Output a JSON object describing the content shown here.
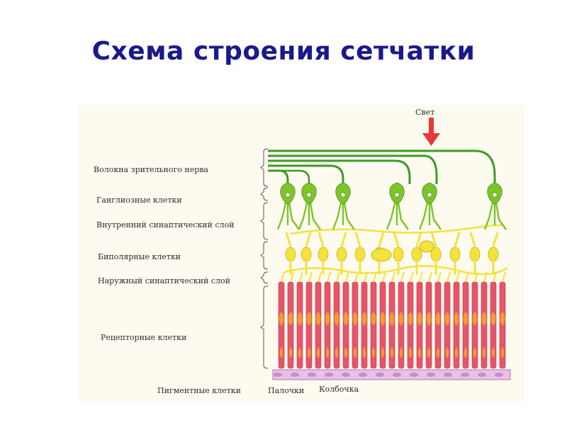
{
  "title": "Схема строения сетчатки",
  "light_label": "Свет",
  "layers": [
    "Волокна зрительного нерва",
    "Ганглиозные клетки",
    "Внутренний синаптический слой",
    "Биполярные клетки",
    "Наружный синаптический слой",
    "Рецепторные клетки",
    "Пигментные клетки"
  ],
  "bottom_labels": {
    "rods": "Палочки",
    "cone": "Колбочка"
  },
  "colors": {
    "title": "#1a1a8c",
    "fibers": "#3f9a2a",
    "ganglion": "#7dc42a",
    "bipolar": "#f3e33a",
    "rod": "#e8556a",
    "rod_inner": "#f29a3a",
    "cone": "#4aa6d8",
    "cone_nucleus": "#5a3f9a",
    "pigment": "#e9c0e6",
    "light_arrow": "#e8383a"
  }
}
